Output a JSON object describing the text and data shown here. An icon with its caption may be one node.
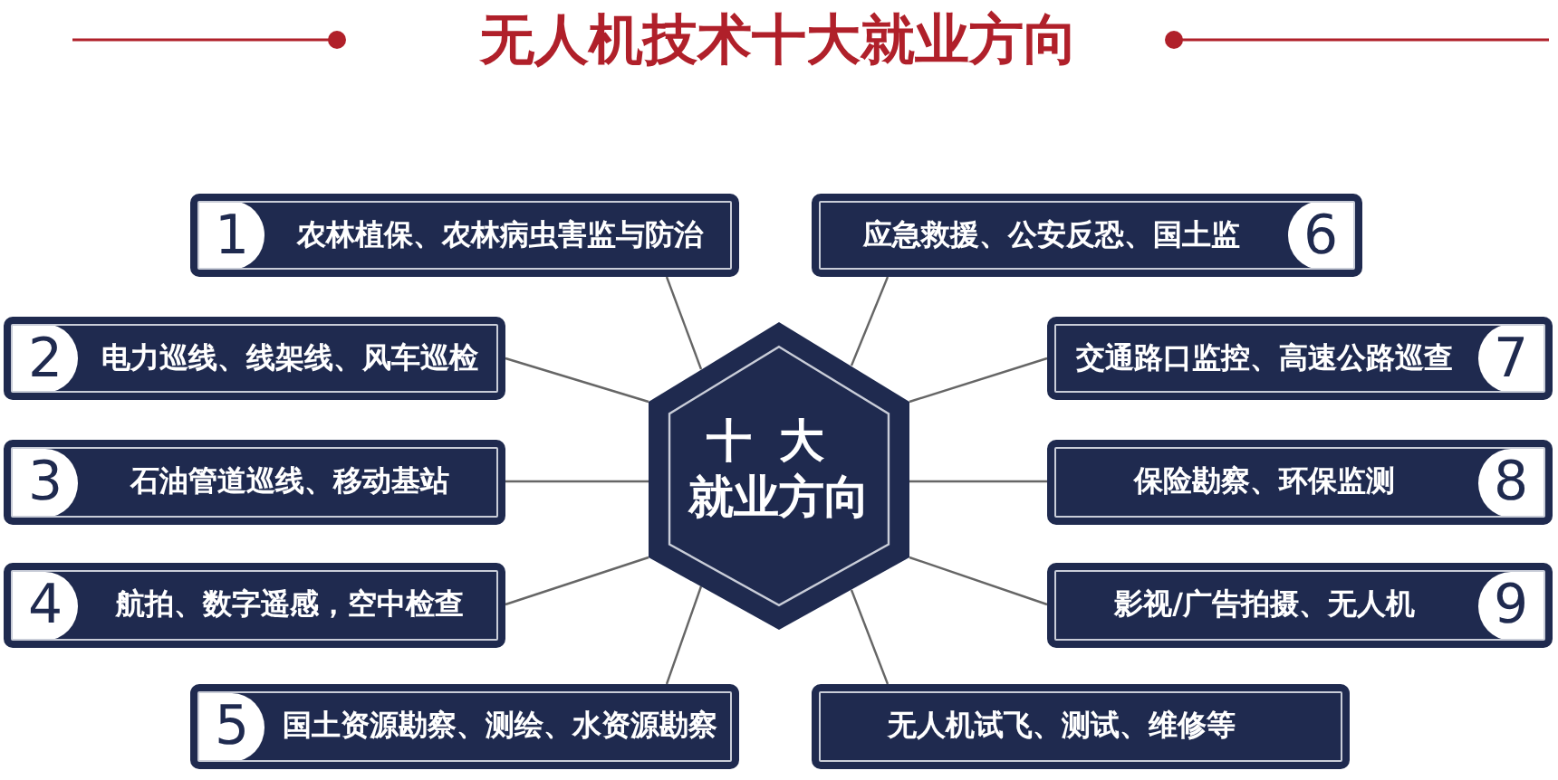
{
  "diagram": {
    "title": "无人机技术十大就业方向",
    "nodes": [
      {
        "text": [
          "十大就业方向"
        ]
      },
      {
        "text": [
          "1",
          "农林植保、农林病虫害监与防治"
        ]
      },
      {
        "text": [
          "2",
          "电力巡线、线架线、风车巡检"
        ]
      },
      {
        "text": [
          "3",
          "石油管道巡线、移动基站"
        ]
      },
      {
        "text": [
          "4",
          "航拍、数字遥感，空中检查"
        ]
      },
      {
        "text": [
          "5",
          "国土资源勘察、测绘、水资源勘察"
        ]
      },
      {
        "text": [
          "应急救援、公安反恐、国土监",
          "6"
        ]
      },
      {
        "text": [
          "交通路口监控、高速公路巡查",
          "7"
        ]
      },
      {
        "text": [
          "保险勘察、环保监测",
          "8"
        ]
      },
      {
        "text": [
          "影视/广告拍摄、无人机",
          "9"
        ]
      },
      {
        "text": [
          "无人机试飞、测试、维修等"
        ]
      }
    ],
    "edges": [
      {
        "from": 0,
        "to": 1,
        "arrow": "none"
      },
      {
        "from": 0,
        "to": 2,
        "arrow": "none"
      },
      {
        "from": 0,
        "to": 3,
        "arrow": "none"
      },
      {
        "from": 0,
        "to": 4,
        "arrow": "none"
      },
      {
        "from": 0,
        "to": 5,
        "arrow": "none"
      },
      {
        "from": 0,
        "to": 6,
        "arrow": "none"
      },
      {
        "from": 0,
        "to": 7,
        "arrow": "none"
      },
      {
        "from": 0,
        "to": 8,
        "arrow": "none"
      },
      {
        "from": 0,
        "to": 9,
        "arrow": "none"
      },
      {
        "from": 0,
        "to": 10,
        "arrow": "none"
      }
    ]
  }
}
